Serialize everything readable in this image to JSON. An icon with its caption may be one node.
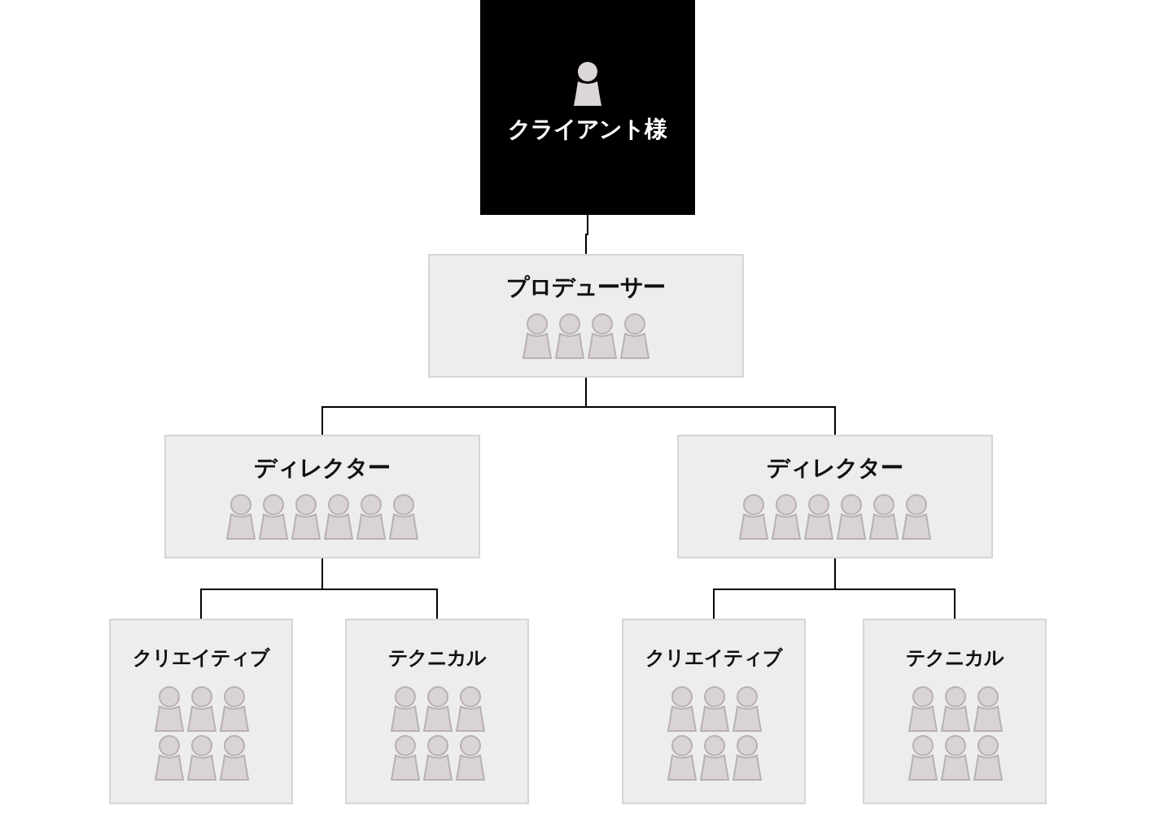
{
  "diagram": {
    "nodes": [
      {
        "text": [
          "クライアント様"
        ]
      },
      {
        "text": [
          "プロデューサー"
        ]
      },
      {
        "text": [
          "ディレクター"
        ]
      },
      {
        "text": [
          "ディレクター"
        ]
      },
      {
        "text": [
          "クリエイティブ"
        ]
      },
      {
        "text": [
          "テクニカル"
        ]
      },
      {
        "text": [
          "クリエイティブ"
        ]
      },
      {
        "text": [
          "テクニカル"
        ]
      }
    ],
    "edges": [
      {
        "from": 0,
        "to": 1,
        "arrow": "none"
      },
      {
        "from": 1,
        "to": 2,
        "arrow": "none"
      },
      {
        "from": 1,
        "to": 3,
        "arrow": "none"
      },
      {
        "from": 2,
        "to": 4,
        "arrow": "none"
      },
      {
        "from": 2,
        "to": 5,
        "arrow": "none"
      },
      {
        "from": 3,
        "to": 6,
        "arrow": "none"
      },
      {
        "from": 3,
        "to": 7,
        "arrow": "none"
      }
    ]
  }
}
